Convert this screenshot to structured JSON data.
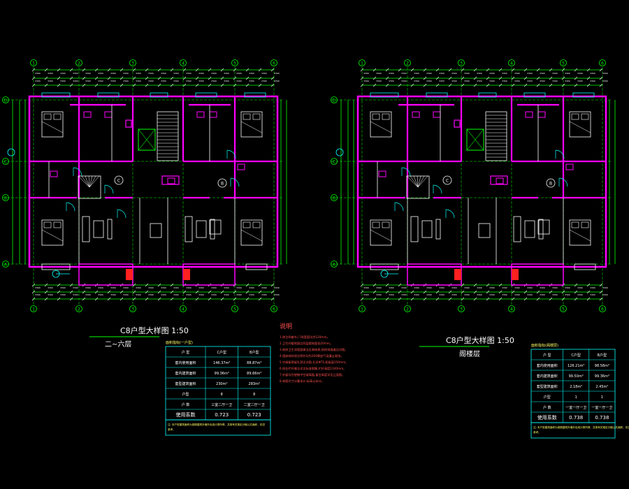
{
  "left_plan": {
    "title": "C8户型大样图 1:50",
    "subtitle": "二~六层",
    "grid_cols": [
      "1",
      "2",
      "3",
      "4",
      "5",
      "6"
    ],
    "grid_rows": [
      "D",
      "C",
      "B",
      "A"
    ],
    "room_labels": [
      "C",
      "B"
    ],
    "table": {
      "caption": "面积指标(一户型)",
      "header": [
        "户 型",
        "C户型",
        "B户型"
      ],
      "rows": [
        [
          "套内使用面积",
          "146.37m²",
          "88.87m²"
        ],
        [
          "套内建筑面积",
          "99.36m²",
          "89.66m²"
        ],
        [
          "套型建筑面积",
          "230m²",
          "283m²"
        ],
        [
          "户型",
          "8",
          "8"
        ],
        [
          "户 数",
          "三室二厅一卫",
          "二室二厅一卫"
        ],
        [
          "使用系数",
          "0.723",
          "0.723"
        ]
      ],
      "note": "注: 本户型建筑面积为按照建筑外墙外包线计算所得，并按有关规定分摊公共面积，仅供参考。"
    }
  },
  "right_plan": {
    "title": "C8户型大样图 1:50",
    "subtitle": "阁楼层",
    "grid_cols": [
      "1",
      "2",
      "3",
      "4",
      "5",
      "6"
    ],
    "grid_rows": [
      "D",
      "C",
      "B",
      "A"
    ],
    "room_labels": [
      "C",
      "B"
    ],
    "table": {
      "caption": "面积指标(阁楼层)",
      "header": [
        "户 型",
        "C户型",
        "B户型"
      ],
      "rows": [
        [
          "套内使用面积",
          "126.21m²",
          "98.58m²"
        ],
        [
          "套内建筑面积",
          "99.50m²",
          "99.36m²"
        ],
        [
          "套型建筑面积",
          "2.18m²",
          "2.45m²"
        ],
        [
          "户型",
          "1",
          "1"
        ],
        [
          "户 数",
          "一室一厅一卫",
          "一室一厅一卫"
        ],
        [
          "使用系数",
          "0.738",
          "0.738"
        ]
      ],
      "note": "注: 本户型建筑面积为按照建筑外墙外包线计算所得，并按有关规定分摊公共面积，仅供参考。"
    }
  },
  "notes": {
    "heading": "说明",
    "lines": [
      "1.除注明者外,门垛宽度均为120mm。",
      "2.卫生间楼地面比同层楼地面低20mm。",
      "3.厨房卫生间墙面做法见装修表,厨房排烟道见详图。",
      "4.墙体材料除注明外均为200厚加气混凝土砌块。",
      "5.空调板预留孔洞见详图,孔径Φ75,距板面150mm。",
      "6.阳台栏杆做法详见标准图集,栏杆高度1100mm。",
      "7.外窗均为塑钢中空玻璃窗,窗台高度详见立面图。",
      "8.本图尺寸以毫米计,标高以米计。"
    ]
  },
  "colors": {
    "background": "#000000",
    "wall": "#ff00ff",
    "wall_alt": "#ff33ff",
    "line": "#ffffff",
    "dim": "#00ff00",
    "axis": "#00ff00",
    "text_yellow": "#ffff66",
    "red": "#ff2020",
    "cyan": "#00ffff",
    "blue": "#3366ff"
  }
}
